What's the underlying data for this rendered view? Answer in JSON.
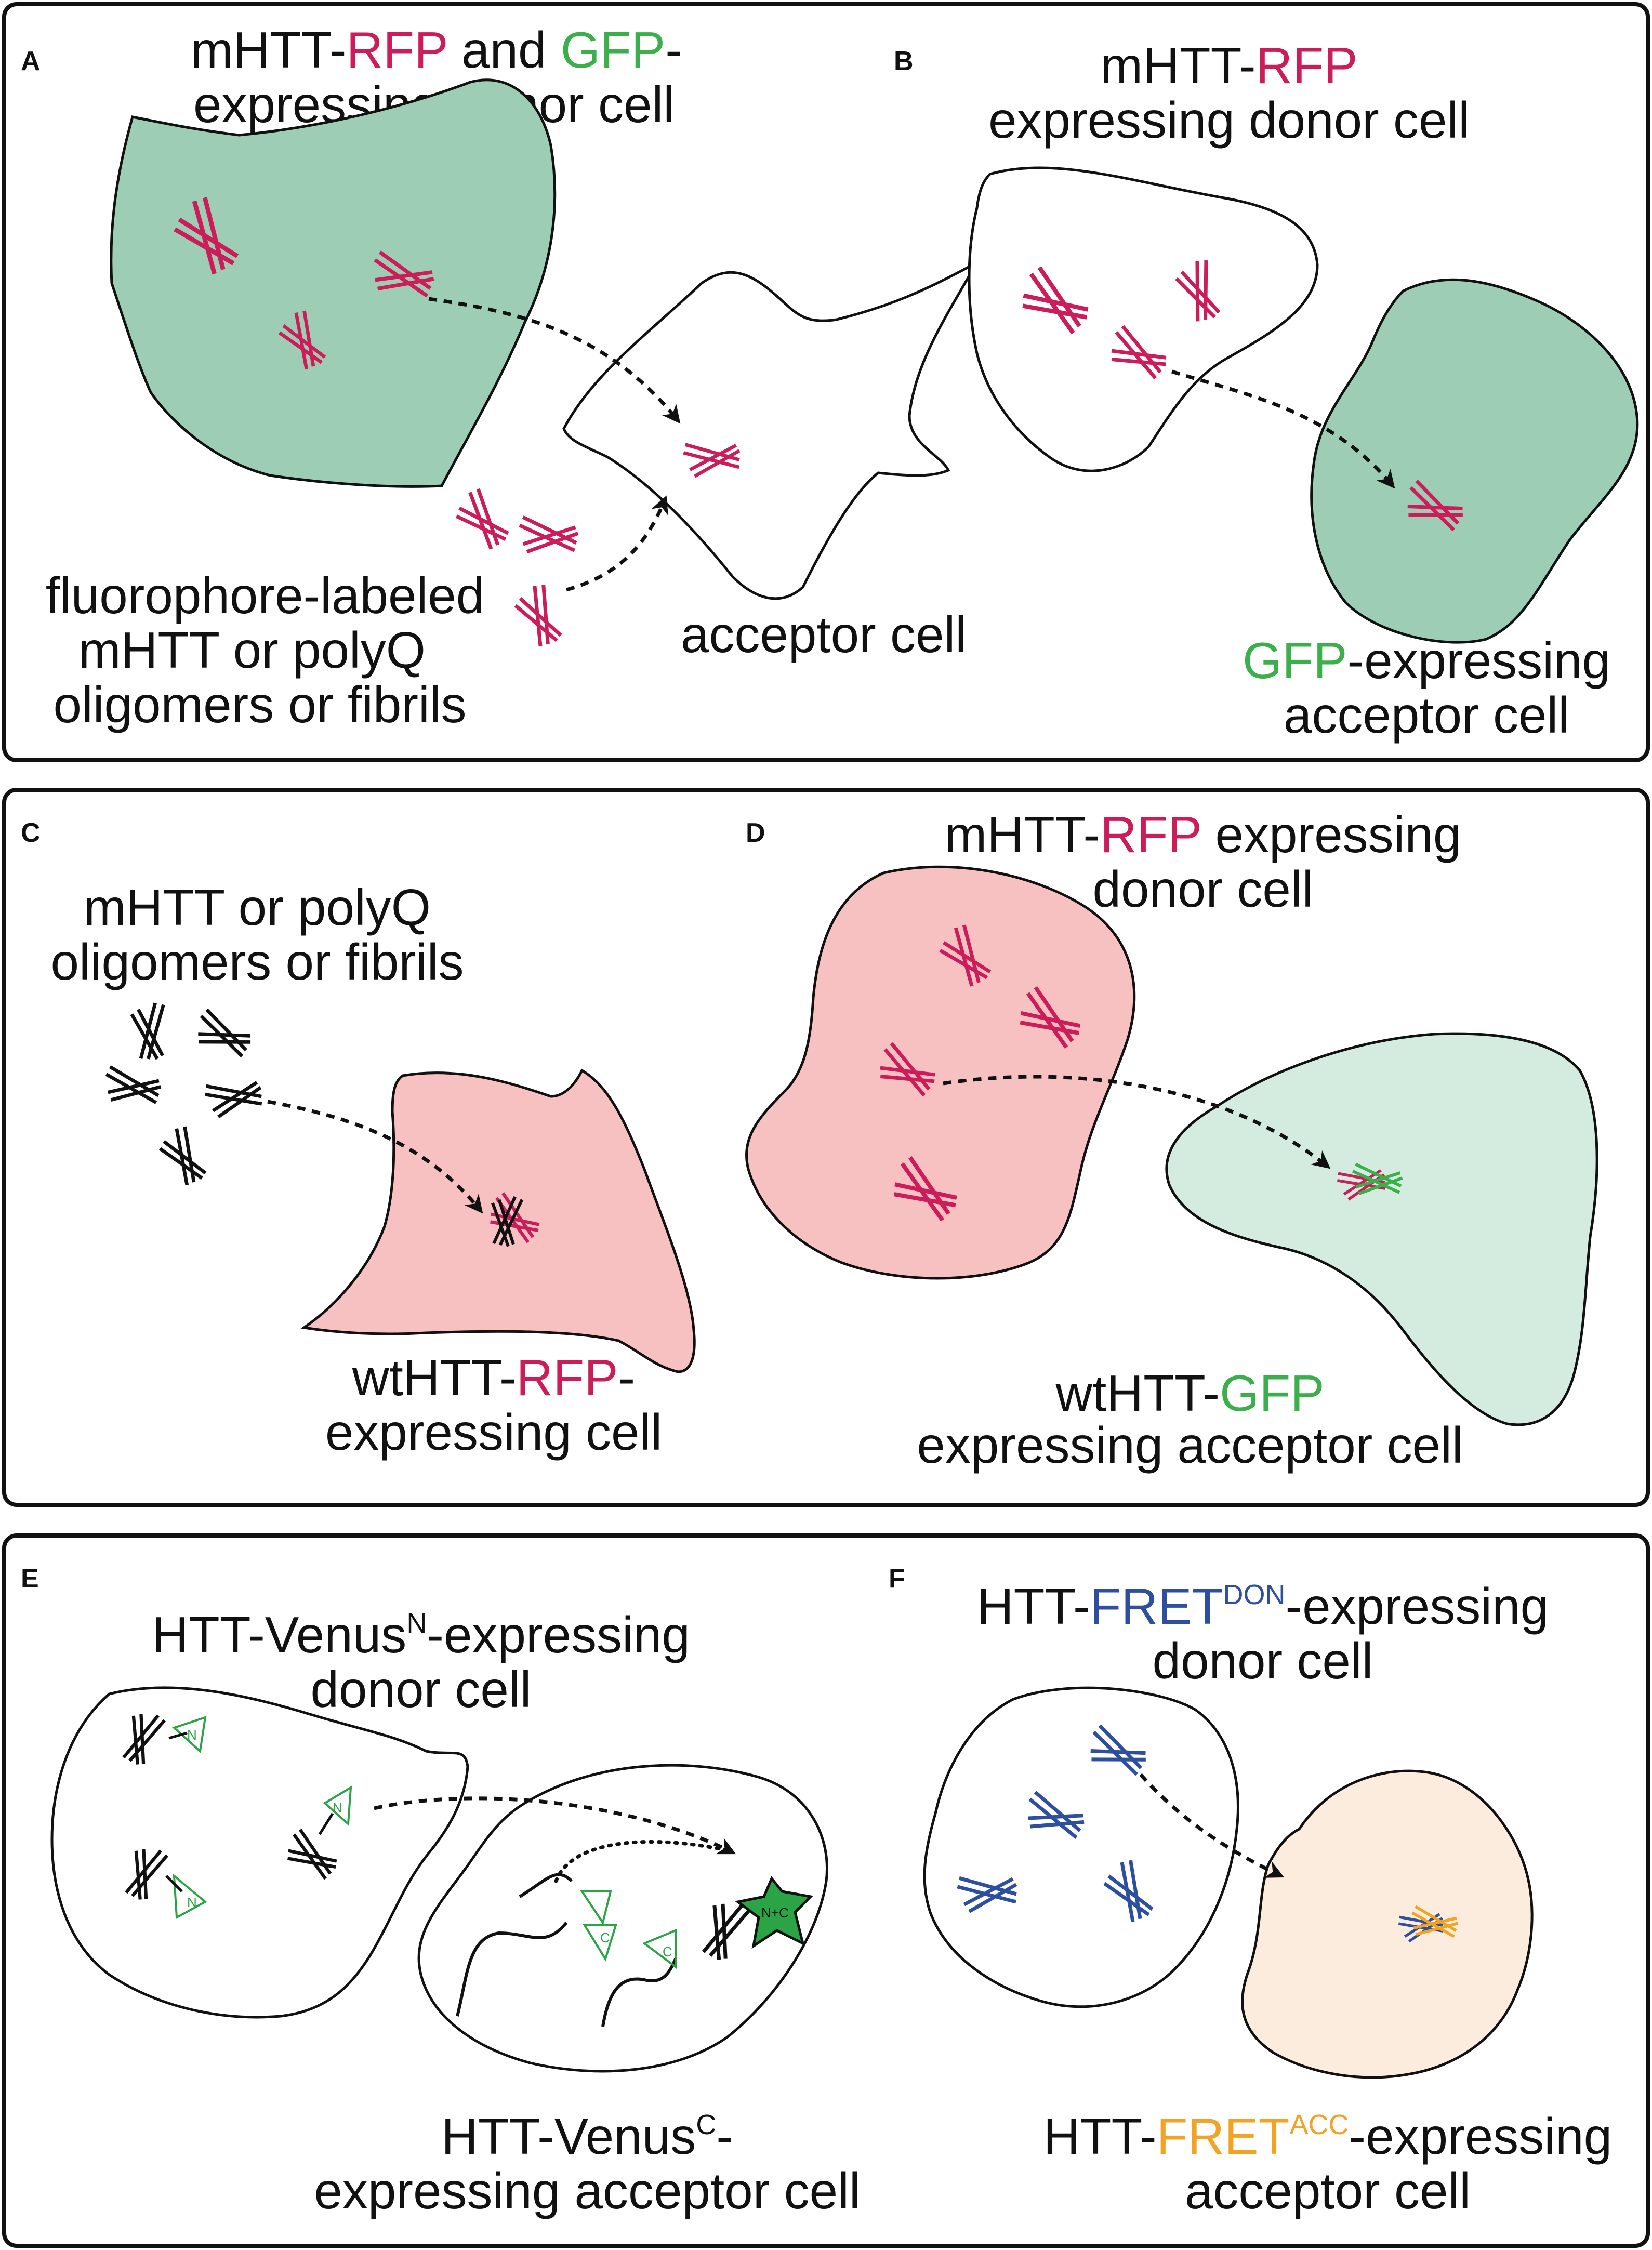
{
  "colors": {
    "rfp": "#cc1d5a",
    "gfp": "#3bb04a",
    "fret_don": "#2e4fa0",
    "fret_acc": "#f2a324",
    "gfp_cell_fill": "#9ecdb5",
    "light_gfp_fill": "#d4ece0",
    "rfp_cell_fill": "#f7c1c1",
    "acc_cell_fill": "#fcecdd",
    "venus_green": "#2aa444"
  },
  "panels": {
    "a": {
      "letter": "A",
      "donor": {
        "l1a": "mHTT-",
        "l1b": "RFP",
        "l1c": " and ",
        "l1d": "GFP",
        "l1e": "-",
        "l2": "expressing donor cell"
      },
      "fluoro": {
        "l1": "fluorophore-labeled",
        "l2": "mHTT or polyQ",
        "l3": "oligomers or fibrils"
      },
      "acceptor": "acceptor cell"
    },
    "b": {
      "letter": "B",
      "donor": {
        "l1a": "mHTT-",
        "l1b": "RFP",
        "l2": "expressing donor cell"
      },
      "acceptor": {
        "l1a": "GFP",
        "l1b": "-expressing",
        "l2": "acceptor cell"
      }
    },
    "c": {
      "letter": "C",
      "title": {
        "l1": "mHTT or polyQ",
        "l2": "oligomers or fibrils"
      },
      "cell": {
        "l1a": "wtHTT-",
        "l1b": "RFP",
        "l1c": "-",
        "l2": "expressing cell"
      }
    },
    "d": {
      "letter": "D",
      "donor": {
        "l1a": "mHTT-",
        "l1b": "RFP",
        "l1c": " expressing",
        "l2": "donor cell"
      },
      "acceptor": {
        "l1a": "wtHTT-",
        "l1b": "GFP",
        "l2": "expressing acceptor cell"
      }
    },
    "e": {
      "letter": "E",
      "donor": {
        "l1a": "HTT-Venus",
        "l1sup": "N",
        "l1b": "-expressing",
        "l2": "donor cell"
      },
      "acceptor": {
        "l1a": "HTT-Venus",
        "l1sup": "C",
        "l1b": "-",
        "l2": "expressing acceptor cell"
      },
      "n_tag": "N",
      "c_tag": "C",
      "nc_tag": "N+C"
    },
    "f": {
      "letter": "F",
      "donor": {
        "l1a": "HTT-",
        "l1b": "FRET",
        "l1sup": "DON",
        "l1c": "-expressing",
        "l2": "donor cell"
      },
      "acceptor": {
        "l1a": "HTT-",
        "l1b": "FRET",
        "l1sup": "ACC",
        "l1c": "-expressing",
        "l2": "acceptor cell"
      }
    }
  }
}
